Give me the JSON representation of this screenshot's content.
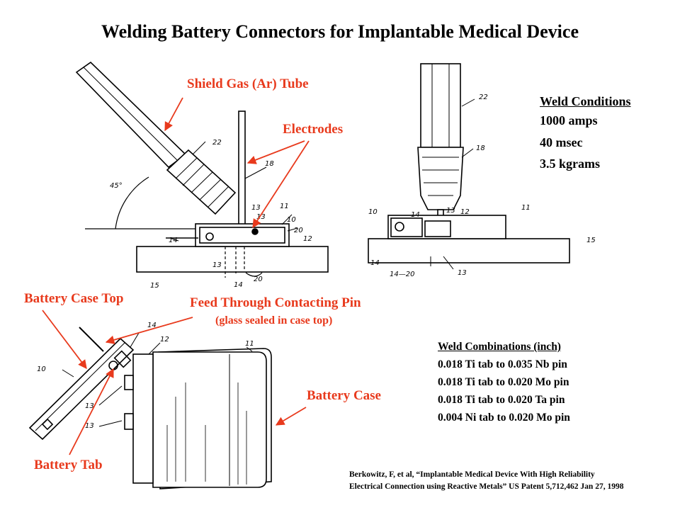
{
  "title": "Welding Battery Connectors for Implantable Medical Device",
  "labels": {
    "shield_gas": "Shield Gas (Ar) Tube",
    "electrodes": "Electrodes",
    "battery_case_top": "Battery Case Top",
    "feed_through": "Feed Through Contacting Pin",
    "feed_through_sub": "(glass sealed in case top)",
    "battery_case": "Battery Case",
    "battery_tab": "Battery Tab"
  },
  "weld_conditions": {
    "heading": "Weld Conditions",
    "lines": [
      "1000 amps",
      "40 msec",
      "3.5 kgrams"
    ]
  },
  "weld_combinations": {
    "heading": "Weld Combinations (inch)",
    "lines": [
      "0.018 Ti tab to 0.035 Nb pin",
      "0.018 Ti tab to 0.020 Mo pin",
      "0.018 Ti tab to 0.020 Ta pin",
      "0.004 Ni tab to 0.020 Mo pin"
    ]
  },
  "citation": {
    "line1": "Berkowitz, F, et al, “Implantable Medical Device With High Reliability",
    "line2": "Electrical Connection using Reactive Metals”  US Patent 5,712,462  Jan 27, 1998"
  },
  "drawing_numbers": {
    "angle": "45°",
    "n22": "22",
    "n18": "18",
    "n13": "13",
    "n11": "11",
    "n10": "10",
    "n20": "20",
    "n12": "12",
    "n14": "14",
    "n15": "15"
  },
  "colors": {
    "annotation": "#e83a1d",
    "drawing": "#000000"
  }
}
